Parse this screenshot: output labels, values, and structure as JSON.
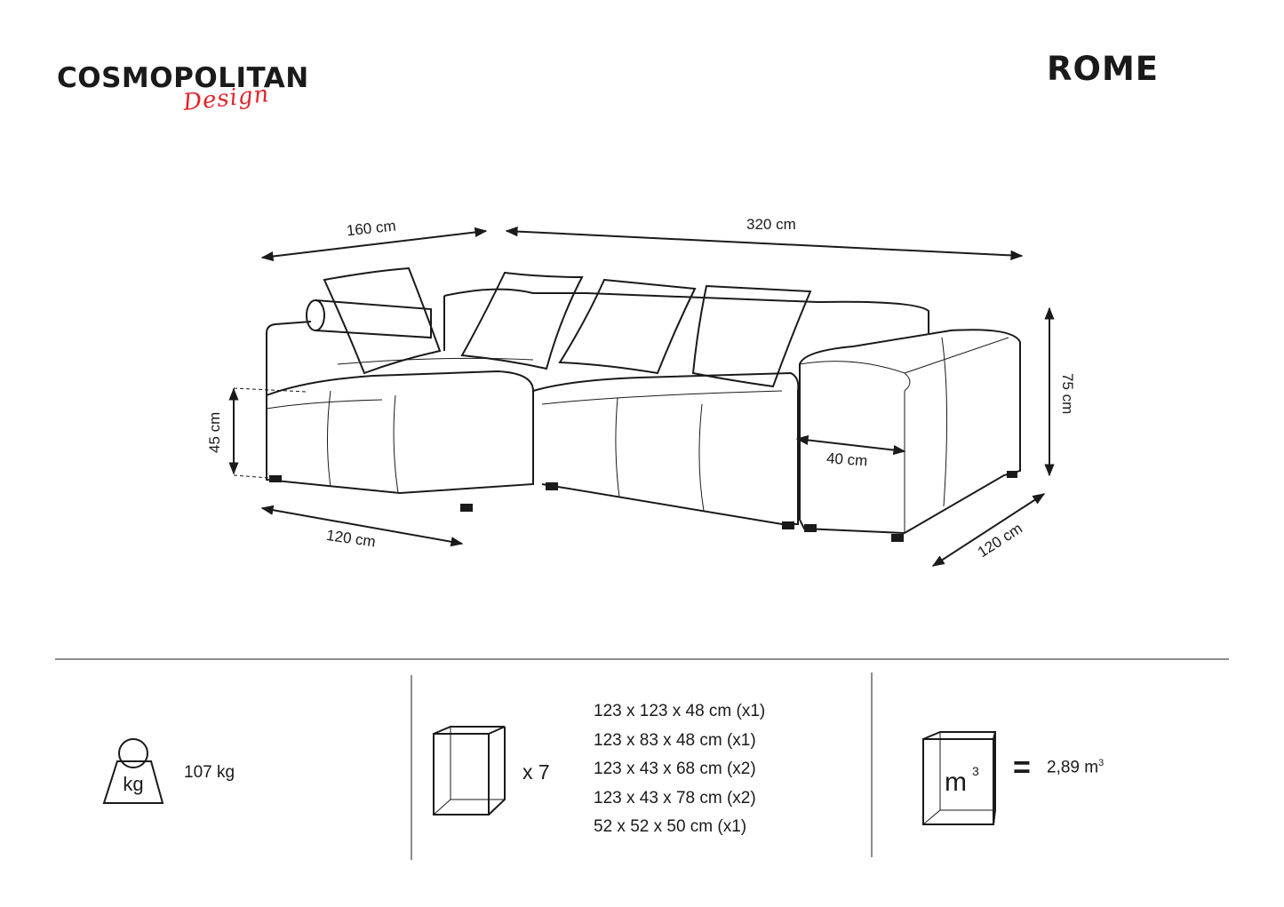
{
  "brand": {
    "name": "COSMOPOLITAN",
    "script": "Design"
  },
  "product": {
    "name": "ROME"
  },
  "dimensions": {
    "chaise_width": "160 cm",
    "total_width": "320 cm",
    "seat_height": "45 cm",
    "total_height": "75 cm",
    "armrest_width": "40 cm",
    "chaise_depth": "120 cm",
    "side_depth": "120 cm"
  },
  "specs": {
    "weight": {
      "icon": "kg-weight-icon",
      "icon_label": "kg",
      "value": "107 kg"
    },
    "packages": {
      "icon": "box-icon",
      "count": "x 7",
      "items": [
        "123 x 123 x 48 cm (x1)",
        "123 x 83 x 48 cm (x1)",
        "123 x 43 x 68 cm (x2)",
        "123 x 43 x 78 cm (x2)",
        "52 x 52 x 50 cm (x1)"
      ]
    },
    "volume": {
      "icon": "volume-box-icon",
      "icon_label": "m",
      "icon_sup": "3",
      "equals": "=",
      "value": "2,89 m",
      "value_sup": "3"
    }
  },
  "colors": {
    "ink": "#1a1a1a",
    "brand_accent": "#e3222a"
  }
}
